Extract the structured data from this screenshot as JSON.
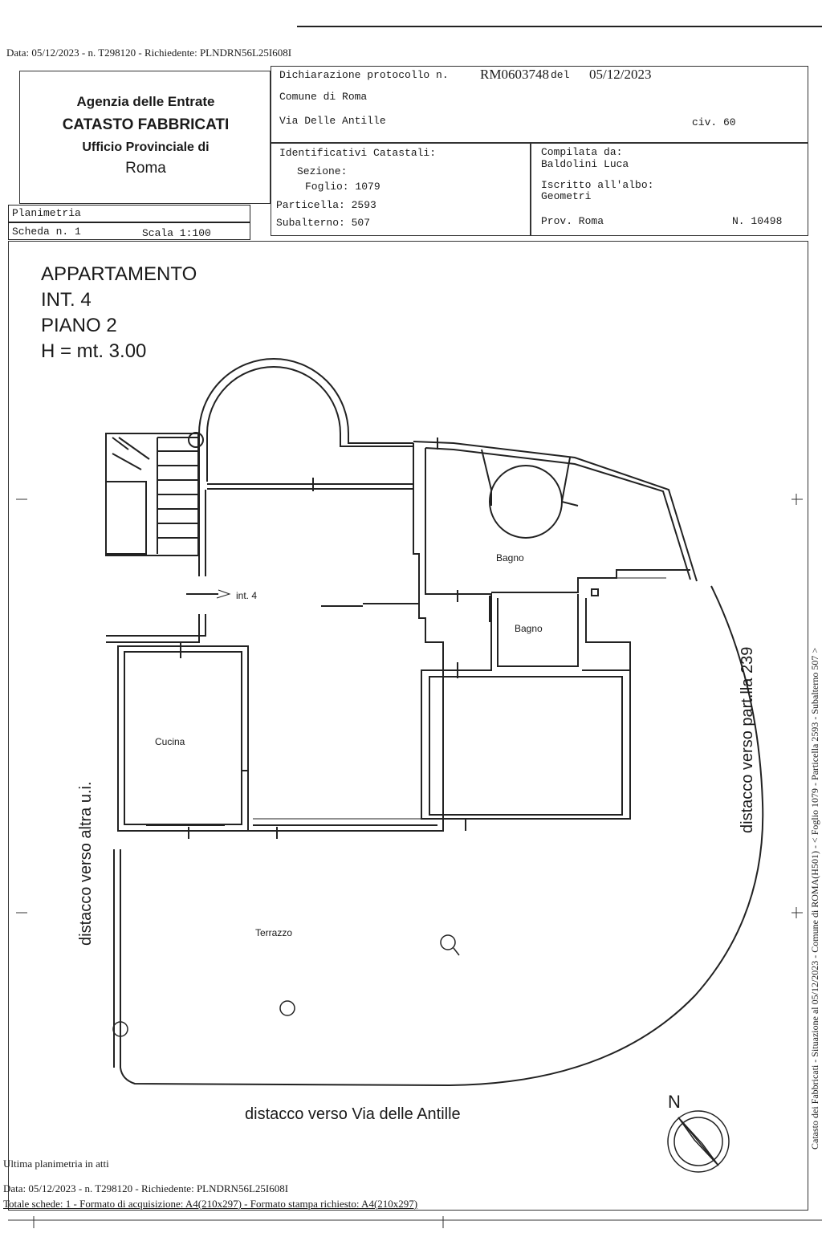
{
  "header": {
    "date_line": "Data: 05/12/2023 - n. T298120 - Richiedente: PLNDRN56L25I608I",
    "agency": {
      "line1": "Agenzia delle Entrate",
      "line2": "CATASTO FABBRICATI",
      "line3": "Ufficio Provinciale di",
      "line4": "Roma"
    },
    "protocol": {
      "label": "Dichiarazione protocollo n.",
      "number": "RM0603748",
      "del_label": "del",
      "date": "05/12/2023"
    },
    "comune": "Comune di Roma",
    "via": "Via Delle Antille",
    "civ": "civ. 60",
    "identificativi": {
      "title": "Identificativi Catastali:",
      "sezione": "Sezione:",
      "foglio": "Foglio: 1079",
      "particella": "Particella: 2593",
      "subalterno": "Subalterno: 507"
    },
    "compilata": {
      "label": "Compilata da:",
      "name": "Baldolini Luca",
      "iscritto_label": "Iscritto all'albo:",
      "albo": "Geometri",
      "prov": "Prov. Roma",
      "numero": "N. 10498"
    },
    "planimetria": "Planimetria",
    "scheda": "Scheda n. 1",
    "scala": "Scala 1:100"
  },
  "plan": {
    "title": "APPARTAMENTO",
    "int": "INT. 4",
    "piano": "PIANO  2",
    "height": "H = mt. 3.00",
    "rooms": {
      "bagno1": "Bagno",
      "bagno2": "Bagno",
      "int4": "int. 4",
      "cucina": "Cucina",
      "terrazzo": "Terrazzo"
    },
    "distacco_left": "distacco verso altra u.i.",
    "distacco_right": "distacco verso part.lla 239",
    "distacco_bottom": "distacco verso Via delle Antille",
    "north": "N"
  },
  "side_note": "Catasto dei Fabbricati - Situazione al 05/12/2023 - Comune di ROMA(H501) - < Foglio 1079 - Particella 2593 - Subalterno 507 >",
  "footer": {
    "ultima": "Ultima planimetria in atti",
    "date_line": "Data: 05/12/2023 - n. T298120 - Richiedente: PLNDRN56L25I608I",
    "totale": "Totale schede: 1 - Formato di acquisizione: A4(210x297)  - Formato stampa richiesto: A4(210x297)"
  }
}
